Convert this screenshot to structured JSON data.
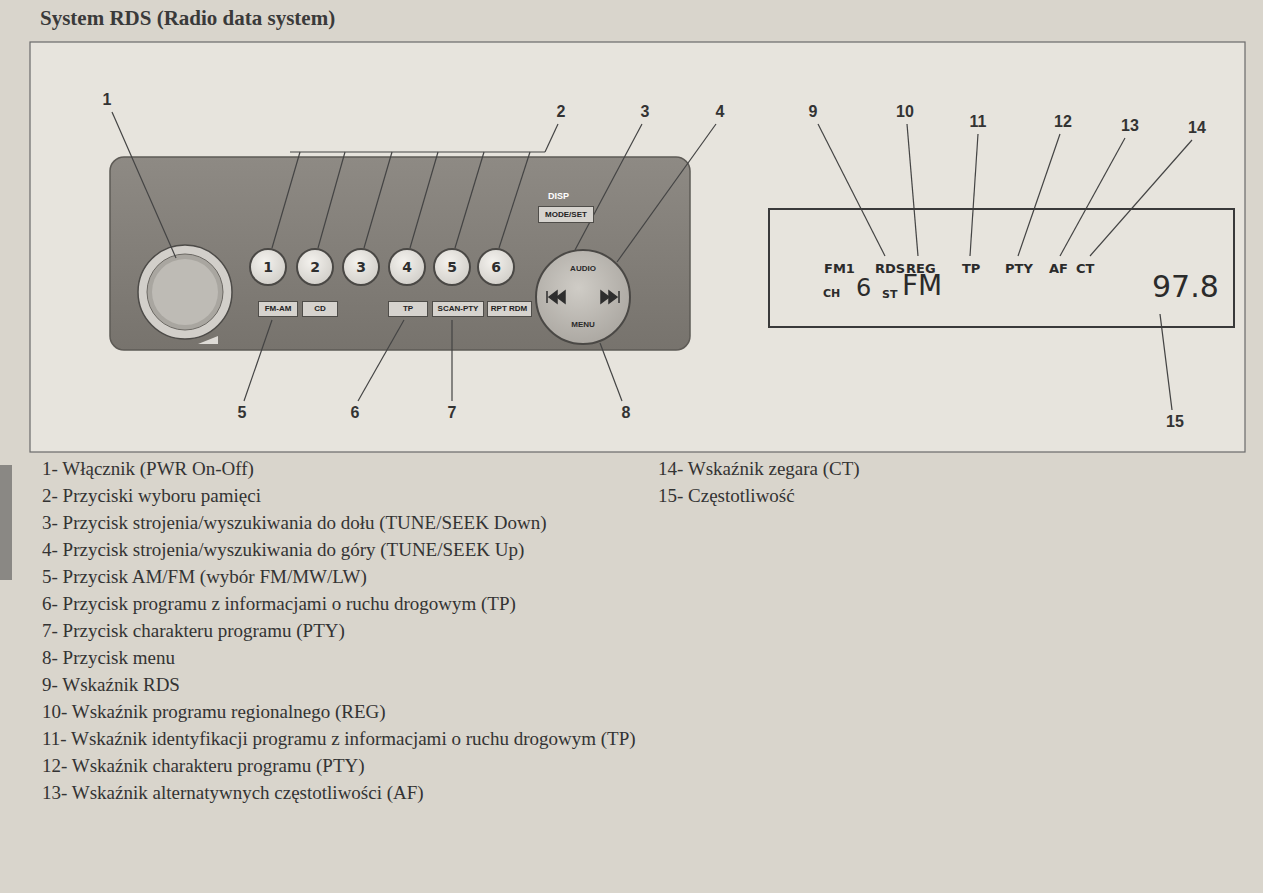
{
  "diagram": {
    "title": "System RDS (Radio data system)",
    "nodes": [
      {
        "text": [
          "DISP"
        ]
      },
      {
        "text": [
          "1"
        ],
        "in": 0
      },
      {
        "text": [
          "2"
        ],
        "in": 0
      },
      {
        "text": [
          "3"
        ],
        "in": 0
      },
      {
        "text": [
          "4"
        ],
        "in": 0
      },
      {
        "text": [
          "5"
        ],
        "in": 0
      },
      {
        "text": [
          "6"
        ],
        "in": 0
      },
      {
        "text": [
          "FM-AM"
        ],
        "in": 0
      },
      {
        "text": [
          "CD"
        ],
        "in": 0
      },
      {
        "text": [
          "TP"
        ],
        "in": 0
      },
      {
        "text": [
          "SCAN-PTY"
        ],
        "in": 0
      },
      {
        "text": [
          "RPT RDM"
        ],
        "in": 0
      },
      {
        "text": [
          "MODE/SET"
        ],
        "in": 0
      },
      {
        "text": [
          "AUDIO",
          "MENU"
        ],
        "in": 0
      },
      {
        "text": [
          "FM1",
          "RDS",
          "REG",
          "TP",
          "PTY",
          "AF",
          "CT",
          "CH",
          "6",
          "ST",
          "FM",
          "97.8"
        ]
      }
    ],
    "labels": [
      "1",
      "2",
      "3",
      "4",
      "5",
      "6",
      "7",
      "8",
      "9",
      "10",
      "11",
      "12",
      "13",
      "14",
      "15",
      "1- Włącznik (PWR On-Off)",
      "2- Przyciski wyboru pamięci",
      "3- Przycisk strojenia/wyszukiwania do dołu (TUNE/SEEK Down)",
      "4- Przycisk strojenia/wyszukiwania do góry (TUNE/SEEK Up)",
      "5- Przycisk AM/FM (wybór FM/MW/LW)",
      "6- Przycisk programu z informacjami o ruchu drogowym (TP)",
      "7- Przycisk charakteru programu (PTY)",
      "8- Przycisk menu",
      "9- Wskaźnik RDS",
      "10- Wskaźnik programu regionalnego (REG)",
      "11- Wskaźnik identyfikacji programu z informacjami o ruchu drogowym (TP)",
      "12- Wskaźnik charakteru programu (PTY)",
      "13- Wskaźnik alternatywnych częstotliwości (AF)",
      "14- Wskaźnik zegara (CT)",
      "15- Częstotliwość"
    ]
  }
}
